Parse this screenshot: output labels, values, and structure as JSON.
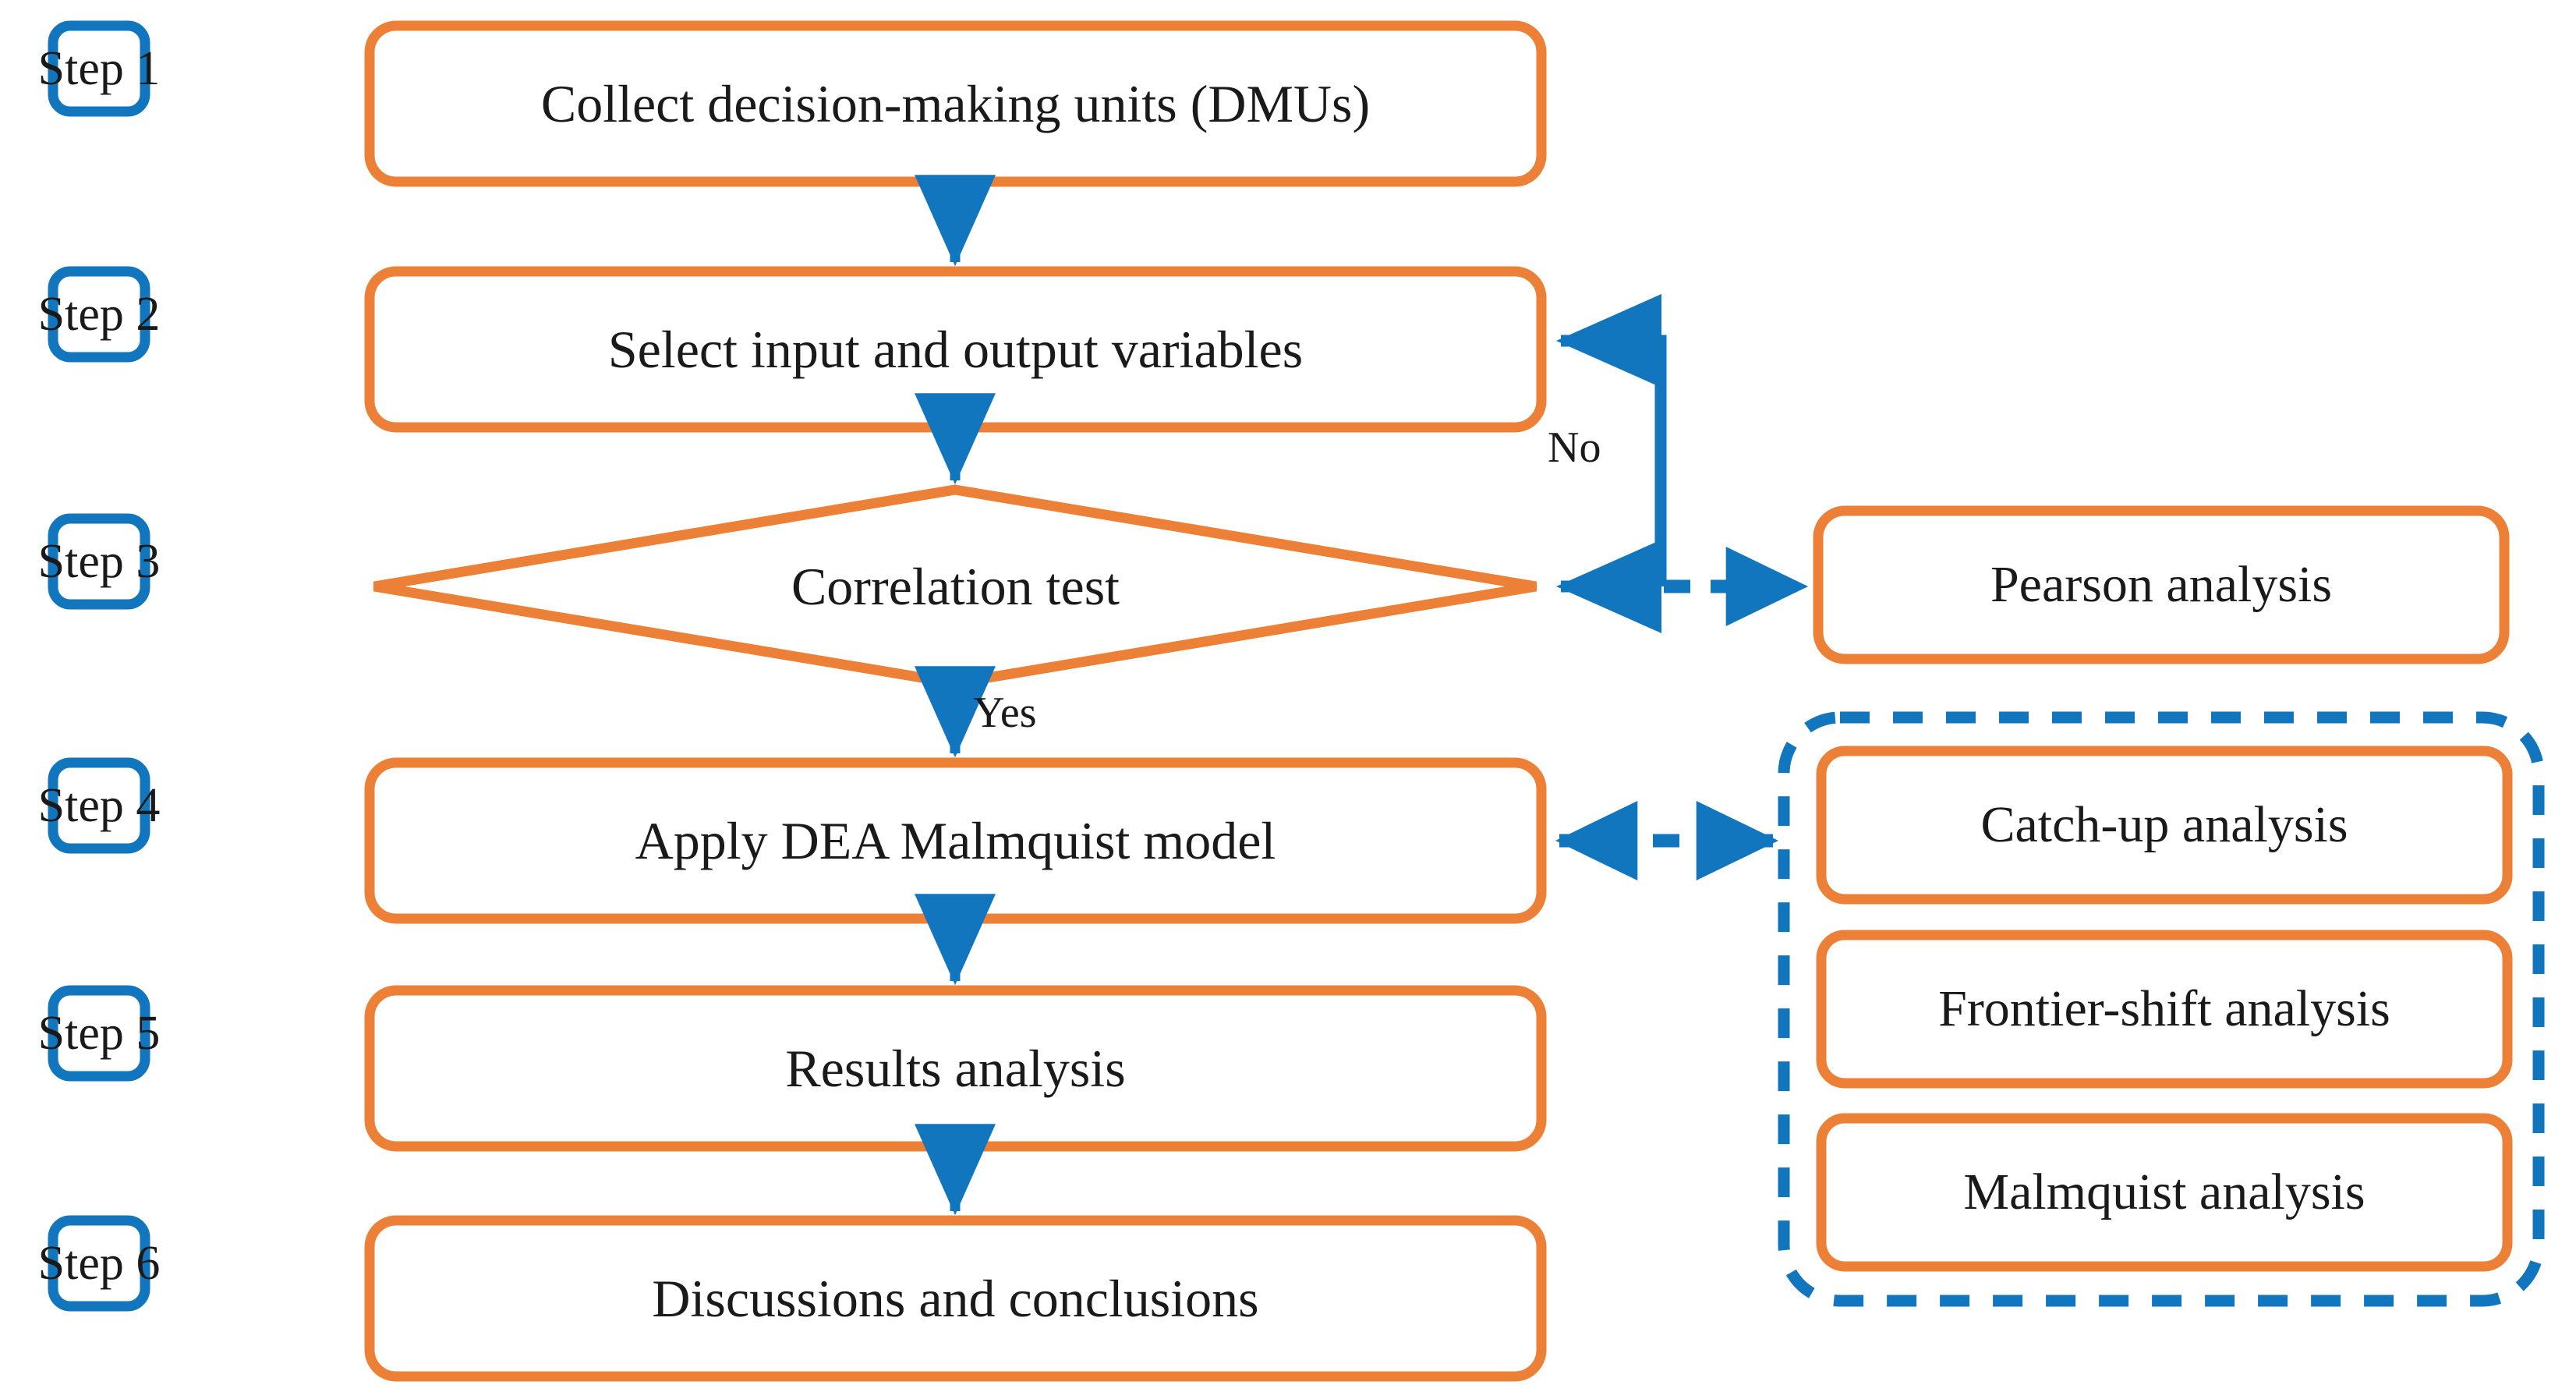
{
  "diagram": {
    "title": "DEA Malmquist research framework flowchart",
    "colors": {
      "step_border": "#1276BE",
      "process_border": "#ED8037",
      "arrow": "#1276BE",
      "dashed_group_border": "#1276BE",
      "text": "#1a1a1a",
      "background": "#ffffff"
    }
  },
  "steps": [
    {
      "id": "step-1",
      "label": "Step 1"
    },
    {
      "id": "step-2",
      "label": "Step 2"
    },
    {
      "id": "step-3",
      "label": "Step 3"
    },
    {
      "id": "step-4",
      "label": "Step 4"
    },
    {
      "id": "step-5",
      "label": "Step 5"
    },
    {
      "id": "step-6",
      "label": "Step 6"
    }
  ],
  "main_nodes": [
    {
      "id": "node-collect-dmus",
      "label": "Collect decision-making units (DMUs)",
      "shape": "rounded-rect"
    },
    {
      "id": "node-select-vars",
      "label": "Select input and output variables",
      "shape": "rounded-rect"
    },
    {
      "id": "node-correlation",
      "label": "Correlation test",
      "shape": "diamond"
    },
    {
      "id": "node-apply-dea",
      "label": "Apply DEA Malmquist model",
      "shape": "rounded-rect"
    },
    {
      "id": "node-results",
      "label": "Results analysis",
      "shape": "rounded-rect"
    },
    {
      "id": "node-discussions",
      "label": "Discussions and conclusions",
      "shape": "rounded-rect"
    }
  ],
  "side_nodes": [
    {
      "id": "node-pearson",
      "label": "Pearson analysis"
    },
    {
      "id": "node-catch-up",
      "label": "Catch-up analysis"
    },
    {
      "id": "node-frontier-shift",
      "label": "Frontier-shift analysis"
    },
    {
      "id": "node-malmquist",
      "label": "Malmquist analysis"
    }
  ],
  "branch_labels": {
    "no": "No",
    "yes": "Yes"
  },
  "connectors": [
    {
      "id": "arrow-collect-to-select",
      "from": "node-collect-dmus",
      "to": "node-select-vars",
      "style": "solid",
      "heads": "single"
    },
    {
      "id": "arrow-select-to-correlation",
      "from": "node-select-vars",
      "to": "node-correlation",
      "style": "solid",
      "heads": "single"
    },
    {
      "id": "arrow-correlation-no-loop",
      "from": "node-correlation",
      "to": "node-select-vars",
      "style": "solid",
      "heads": "single",
      "label": "No"
    },
    {
      "id": "arrow-correlation-to-pearson",
      "from": "node-correlation",
      "to": "node-pearson",
      "style": "dashed",
      "heads": "single"
    },
    {
      "id": "arrow-correlation-yes",
      "from": "node-correlation",
      "to": "node-apply-dea",
      "style": "solid",
      "heads": "single",
      "label": "Yes"
    },
    {
      "id": "arrow-dea-to-group",
      "from": "node-apply-dea",
      "to": "analysis-group",
      "style": "dashed",
      "heads": "double"
    },
    {
      "id": "arrow-dea-to-results",
      "from": "node-apply-dea",
      "to": "node-results",
      "style": "solid",
      "heads": "single"
    },
    {
      "id": "arrow-results-to-discussions",
      "from": "node-results",
      "to": "node-discussions",
      "style": "solid",
      "heads": "single"
    }
  ],
  "analysis_group": {
    "id": "analysis-group",
    "border_style": "dashed",
    "members": [
      "node-catch-up",
      "node-frontier-shift",
      "node-malmquist"
    ]
  }
}
